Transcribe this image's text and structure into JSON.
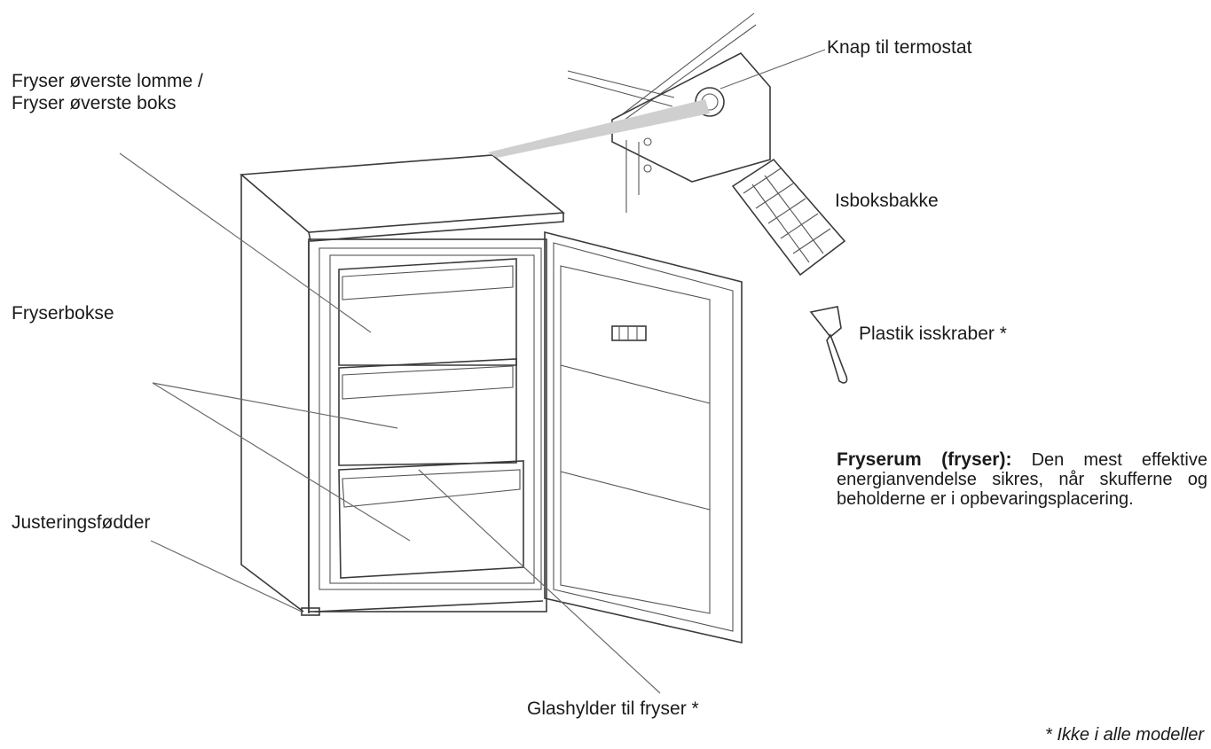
{
  "labels": {
    "top_pocket_line1": "Fryser øverste lomme /",
    "top_pocket_line2": "Fryser øverste boks",
    "freezer_box": "Fryserbokse",
    "adjusting_feet": "Justeringsfødder",
    "thermostat_knob": "Knap til termostat",
    "ice_tray": "Isboksbakke",
    "ice_scraper": "Plastik isskraber *",
    "glass_shelves": "Glashylder til fryser *"
  },
  "description": {
    "heading": "Fryserum (fryser):",
    "text": "Den mest effektive energianvendelse sikres, når skufferne og beholderne er i opbevaringsplacering."
  },
  "footnote": "* Ikke i alle modeller"
}
